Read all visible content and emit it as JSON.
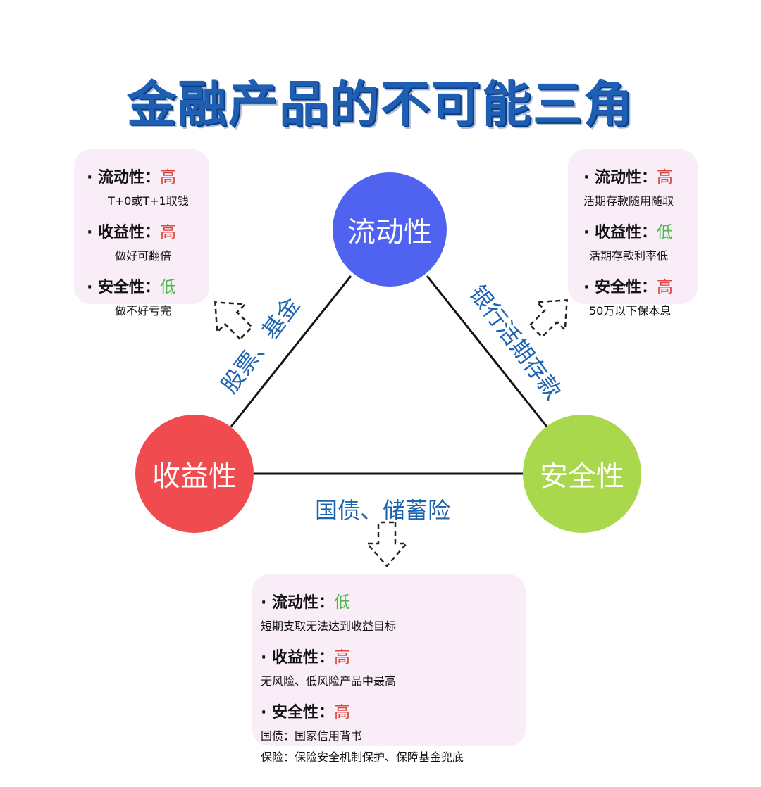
{
  "title": "金融产品的不可能三角",
  "nodes": {
    "liquidity": {
      "label": "流动性",
      "color": "#4f63f0"
    },
    "return": {
      "label": "收益性",
      "color": "#f04b4e"
    },
    "safety": {
      "label": "安全性",
      "color": "#a9d84c"
    }
  },
  "edges": {
    "left": "股票、基金",
    "right": "银行活期存款",
    "bottom": "国债、储蓄险"
  },
  "boxes": {
    "left": {
      "items": [
        {
          "name": "流动性：",
          "level": "高",
          "level_type": "high",
          "desc": [
            "T+0或T+1取钱"
          ]
        },
        {
          "name": "收益性：",
          "level": "高",
          "level_type": "high",
          "desc": [
            "做好可翻倍"
          ]
        },
        {
          "name": "安全性：",
          "level": "低",
          "level_type": "low",
          "desc": [
            "做不好亏完"
          ]
        }
      ]
    },
    "right": {
      "items": [
        {
          "name": "流动性：",
          "level": "高",
          "level_type": "high",
          "desc": [
            "活期存款随用随取"
          ]
        },
        {
          "name": "收益性：",
          "level": "低",
          "level_type": "low",
          "desc": [
            "活期存款利率低"
          ]
        },
        {
          "name": "安全性：",
          "level": "高",
          "level_type": "high",
          "desc": [
            "50万以下保本息"
          ]
        }
      ]
    },
    "bottom": {
      "items": [
        {
          "name": "流动性：",
          "level": "低",
          "level_type": "low",
          "desc": [
            "短期支取无法达到收益目标"
          ]
        },
        {
          "name": "收益性：",
          "level": "高",
          "level_type": "high",
          "desc": [
            "无风险、低风险产品中最高"
          ]
        },
        {
          "name": "安全性：",
          "level": "高",
          "level_type": "high",
          "desc": [
            "国债：国家信用背书",
            "保险：保险安全机制保护、保障基金兜底"
          ]
        }
      ]
    }
  },
  "colors": {
    "title": "#1f5fb3",
    "edge_label": "#1d64b0",
    "box_bg": "#f9eef7",
    "high": "#e0443e",
    "low": "#4cb84a"
  }
}
